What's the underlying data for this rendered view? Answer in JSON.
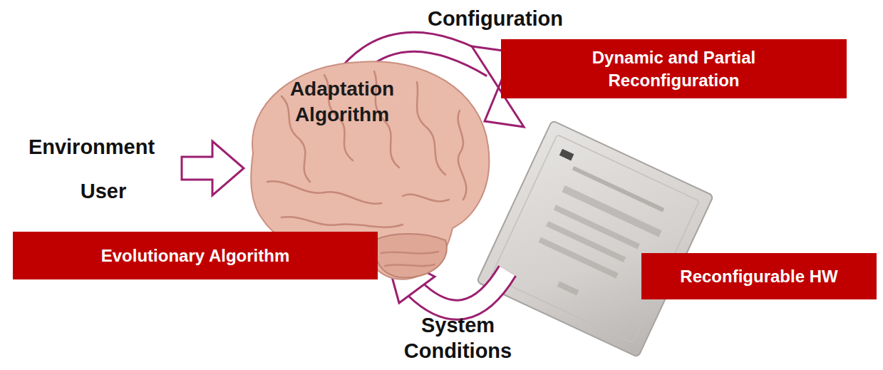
{
  "diagram": {
    "nodes": [
      {
        "text": [
          "Adaptation Algorithm"
        ]
      },
      {
        "text": [
          "Dynamic and Partial Reconfiguration"
        ]
      },
      {
        "text": [
          "Evolutionary Algorithm"
        ]
      },
      {
        "text": [
          "Reconfigurable HW"
        ]
      }
    ],
    "labels": [
      "Configuration",
      "Environment",
      "User",
      "System Conditions"
    ]
  }
}
